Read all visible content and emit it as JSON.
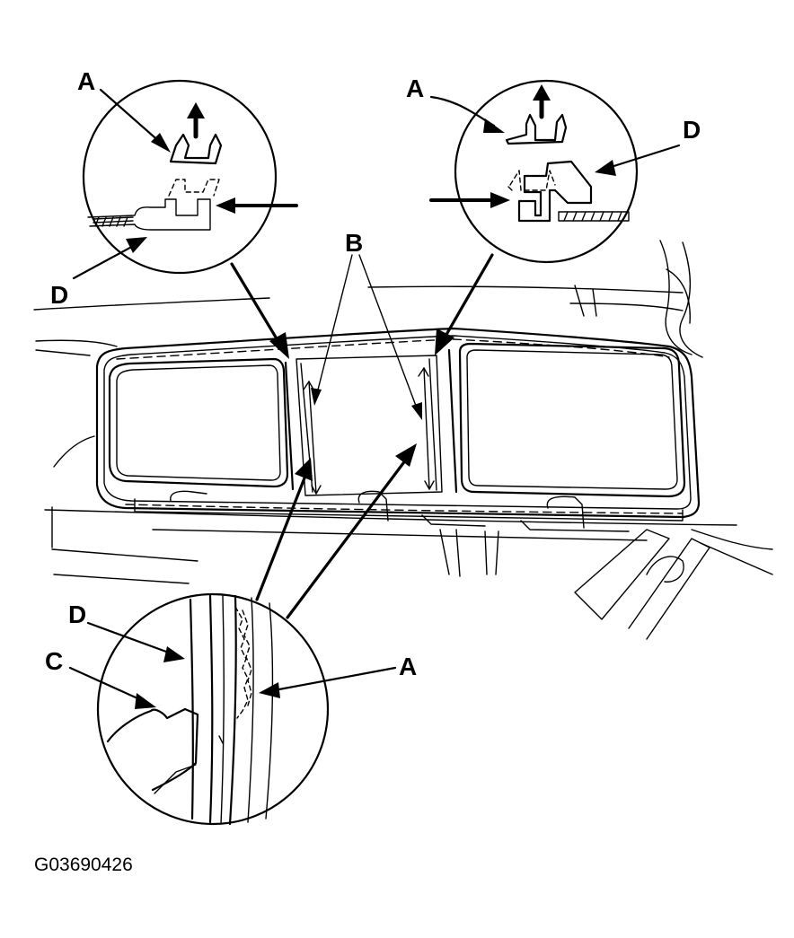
{
  "labels": {
    "top_left_a": "A",
    "top_left_d": "D",
    "top_right_a": "A",
    "top_right_d": "D",
    "center_b": "B",
    "bottom_d": "D",
    "bottom_c": "C",
    "bottom_a": "A"
  },
  "figure_code": "G03690426"
}
